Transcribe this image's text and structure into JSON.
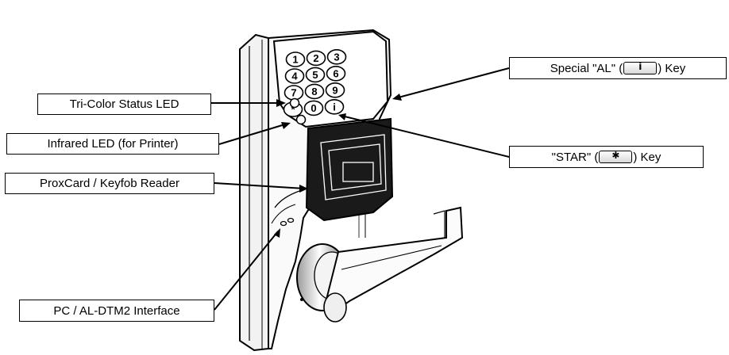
{
  "labels": {
    "tri_color": "Tri-Color Status LED",
    "infrared": "Infrared LED (for Printer)",
    "proxcard": "ProxCard / Keyfob Reader",
    "pc_interface": "PC / AL-DTM2 Interface",
    "special_al_before": "Special \"AL\" (",
    "special_al_after": ") Key",
    "star_before": "\"STAR\" (",
    "star_after": ") Key"
  },
  "keypad": {
    "keys": [
      "1",
      "2",
      "3",
      "4",
      "5",
      "6",
      "7",
      "8",
      "9",
      "*",
      "0",
      "i"
    ]
  },
  "icons": {
    "al_key_symbol": "i",
    "star_key_symbol": "✱"
  },
  "colors": {
    "ink": "#000000",
    "paper": "#ffffff",
    "reader_pad": "#1a1a1a",
    "metal_shade": "#e6e6e6"
  }
}
